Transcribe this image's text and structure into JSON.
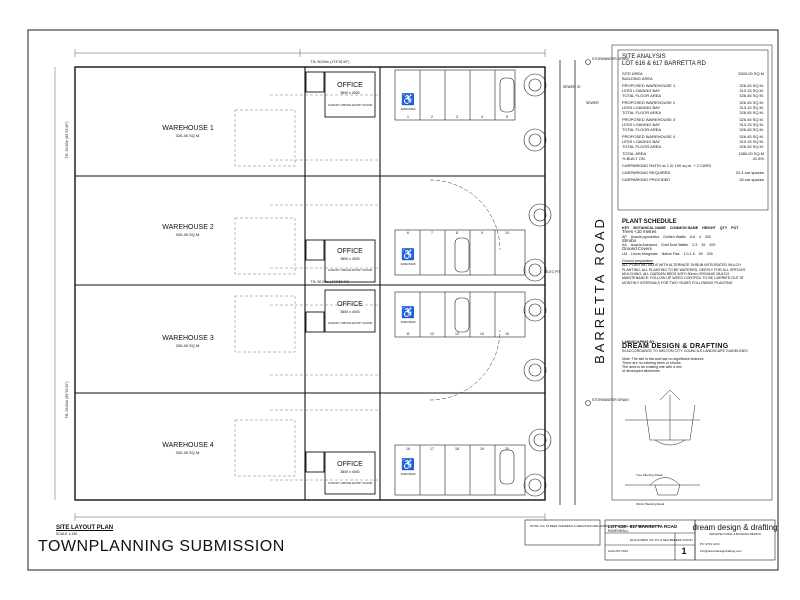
{
  "drawing": {
    "road_label": "BARRETTA ROAD",
    "warehouses": [
      {
        "name": "WAREHOUSE 1",
        "area": "326.45 SQ M."
      },
      {
        "name": "WAREHOUSE 2",
        "area": "326.45 SQ M."
      },
      {
        "name": "WAREHOUSE 3",
        "area": "326.45 SQ M."
      },
      {
        "name": "WAREHOUSE 4",
        "area": "326.45 SQ M."
      }
    ],
    "offices": [
      {
        "name": "OFFICE",
        "dims": "3800 x 4000",
        "canopy": "CANOPY ABOVE ENTRY DOOR"
      },
      {
        "name": "OFFICE",
        "dims": "3800 x 4000",
        "canopy": "CANOPY ABOVE ENTRY DOOR"
      },
      {
        "name": "OFFICE",
        "dims": "3800 x 4000",
        "canopy": "CANOPY ABOVE ENTRY DOOR"
      },
      {
        "name": "OFFICE",
        "dims": "3800 x 4000",
        "canopy": "CANOPY ABOVE ENTRY DOOR"
      }
    ],
    "boundary_labels": [
      "T.B. 50.00m (173°51'40\")",
      "T.B. 50.00m (173°51'40\")",
      "T.B. 33.00m (83°51'40\")",
      "T.B. 33.00m (83°51'40\")"
    ],
    "accessible_bay": "3200x5400",
    "stormwater_drain": "STORMWATER DRAIN",
    "sewer_io": "SEWER IO",
    "sewer": "SEWER",
    "elec_pit": "ELEC PIT",
    "parking_numbers": [
      "1",
      "2",
      "3",
      "4",
      "5",
      "6",
      "7",
      "8",
      "9",
      "10",
      "11",
      "12",
      "13",
      "14",
      "15",
      "16",
      "17",
      "18",
      "19",
      "20"
    ]
  },
  "site_analysis": {
    "title_line1": "SITE ANALYSIS",
    "title_line2": "LOT 616 & 617 BARRETTA RD",
    "rows": [
      {
        "label": "SITE AREA",
        "value": "3300.00 SQ M"
      },
      {
        "label": "BUILDING AREA",
        "value": ""
      },
      {
        "label": "PROPOSED WAREHOUSE 1",
        "value": "326.45 SQ M."
      },
      {
        "label": "LESS LOADING BAY",
        "value": "313.15 SQ M."
      },
      {
        "label": "TOTAL FLOOR AREA",
        "value": "326.45 SQ M."
      },
      {
        "label": "PROPOSED WAREHOUSE 2",
        "value": "326.45 SQ M."
      },
      {
        "label": "LESS LOADING BAY",
        "value": "313.15 SQ M."
      },
      {
        "label": "TOTAL FLOOR AREA",
        "value": "326.45 SQ M."
      },
      {
        "label": "PROPOSED WAREHOUSE 3",
        "value": "326.45 SQ M."
      },
      {
        "label": "LESS LOADING BAY",
        "value": "313.15 SQ M."
      },
      {
        "label": "TOTAL FLOOR AREA",
        "value": "326.45 SQ M."
      },
      {
        "label": "PROPOSED WAREHOUSE 4",
        "value": "326.45 SQ M."
      },
      {
        "label": "LESS LOADING BAY",
        "value": "313.15 SQ M."
      },
      {
        "label": "TOTAL FLOOR AREA",
        "value": "326.45 SQ M."
      },
      {
        "label": "TOTAL AREA",
        "value": "1380.00 SQ M"
      },
      {
        "label": "% BUILT ON",
        "value": "41.8%"
      },
      {
        "label": "CARPARKING RATIO at 1.0/ 100 sq m. + 2 CARS",
        "value": ""
      },
      {
        "label": "CARPARKING REQUIRED",
        "value": "22.4 car spaces"
      },
      {
        "label": "CARPARKING PROVIDED",
        "value": "18 car spaces"
      }
    ]
  },
  "plant_schedule": {
    "title": "PLANT SCHEDULE",
    "headers": [
      "KEY",
      "BOTANICAL NAME",
      "COMMON NAME",
      "HEIGHT",
      "QTY",
      "POT"
    ],
    "groups": [
      {
        "group": "Trees <10 metres",
        "rows": [
          [
            "AP",
            "Acacia pycnantha",
            "Golden Wattle",
            "6-8",
            "4",
            "200"
          ]
        ]
      },
      {
        "group": "Shrubs",
        "rows": [
          [
            "AA",
            "Acacia Acinacea",
            "Gold Dust Wattle",
            "2-3",
            "26",
            "200"
          ]
        ]
      },
      {
        "group": "Ground Covers",
        "rows": [
          [
            "LM",
            "Linum Marginale",
            "Native Flax",
            "1.0-1.5",
            "60",
            "200"
          ]
        ]
      }
    ],
    "notes_heading": "Ground preparation",
    "notes": [
      "ALL PLANTING BEDS WITH ALTERNATE SHRUB INTEGRATED MULCH",
      "PLANTING: ALL PLANTING TO BE WATERED, DEEPLY FOR ALL SPECIES",
      "MULCHING: ALL GARDEN BEDS WITH 50mm ORGANIC MULCH",
      "MAINTENANCE: FOLLOW UP WEED CONTROL TO BE CARRIED OUT AT MONTHLY INTERVALS FOR TWO YEARS FOLLOWING PLANTING"
    ]
  },
  "landscaping": {
    "by_label": "LANDSCAPING BY :-",
    "company": "DREAM DESIGN & DRAFTING",
    "guidelines": "IN ACCORDANCE TO MELTON CITY COUNCILS LANDSCAPE GUIDELINES",
    "note_lines": [
      "Note: The site is flat and has no significant features",
      "There are no existing trees or shrubs",
      "The area is an existing site with a mix",
      "of developed allotments"
    ],
    "tree_detail": "Tree Planting Detail",
    "shrub_detail": "Shrub Planting Detail"
  },
  "title_block": {
    "plan_title": "SITE LAYOUT PLAN",
    "scale": "SCALE 1:150",
    "submission": "TOWNPLANNING SUBMISSION",
    "note": "NOTE: ALL STREET ADDRESS & SERVICES ARE APPROX AND TO BE CONFIRMED ON SITE.",
    "project": "LOT 616 - 617 BARRETTA ROAD",
    "suburb": "RAVENHALL",
    "client": "ELIA HOMES VIC P/L & SEA BREEZE VISION",
    "date": "AUGUST 2014",
    "sheet": "1",
    "company": "dream design & drafting",
    "company_sub": "ARCHITECTURAL & BUILDING DESIGN",
    "phone": "Ph: 9731 1234",
    "email": "info@dreamdesigndrafting.com"
  }
}
